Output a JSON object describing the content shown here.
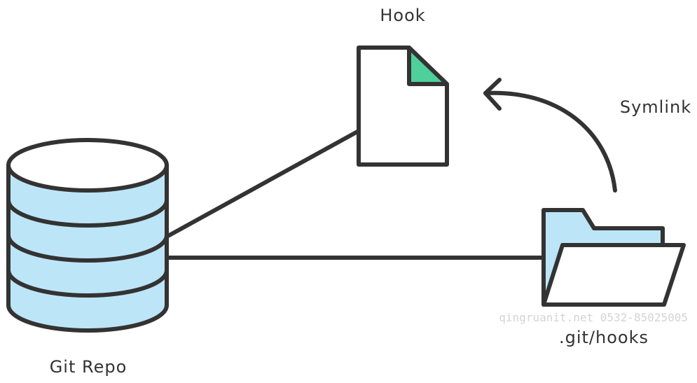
{
  "labels": {
    "hook": "Hook",
    "symlink": "Symlink",
    "git_repo": "Git Repo",
    "git_hooks": ".git/hooks"
  },
  "watermark": "qingruanit.net 0532-85025005",
  "colors": {
    "stroke": "#333333",
    "database_fill": "#bde5f8",
    "folder_fill": "#bde5f8",
    "hook_corner_fill": "#4ecf9b",
    "background": "#ffffff"
  },
  "icons": {
    "database": "database-icon",
    "file": "file-icon",
    "folder": "folder-icon",
    "arrow": "curved-arrow-icon"
  }
}
